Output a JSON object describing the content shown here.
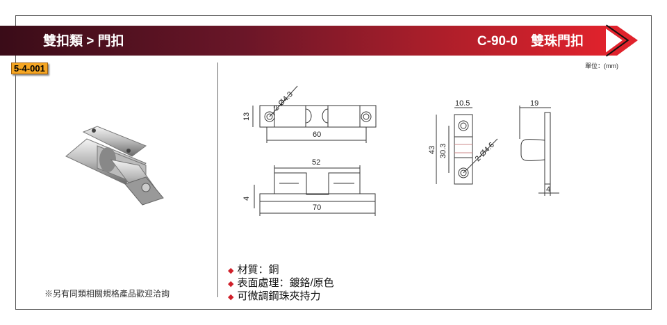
{
  "header": {
    "category": "雙扣類 > 門扣",
    "title": "C-90-0　雙珠門扣"
  },
  "product_code": "5-4-001",
  "unit": "單位：(mm)",
  "dimensions": {
    "hole_top": "2-Ø4.3",
    "height_top": "13",
    "hole_pitch": "60",
    "body_len": "52",
    "base_thk": "4",
    "total_len": "70",
    "width": "10.5",
    "total_h": "43",
    "inner_pitch": "30.3",
    "hole_front": "2-Ø4.6",
    "depth": "19",
    "plate_thk": "4"
  },
  "features": [
    "材質：銅",
    "表面處理：鍍鉻/原色",
    "可微調鋼珠夾持力"
  ],
  "note": "※另有同類相關規格產品歡迎洽詢",
  "colors": {
    "accent": "#e0222c",
    "badge": "#f5a623"
  }
}
